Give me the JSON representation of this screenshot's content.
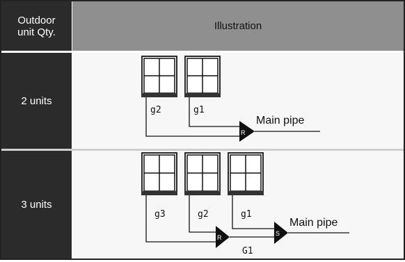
{
  "table": {
    "header": {
      "qty_label": "Outdoor\nunit Qty.",
      "illustration_label": "Illustration"
    },
    "rows": [
      {
        "qty": "2 units",
        "branch_labels": [
          "g2",
          "g1"
        ],
        "joint_labels": [
          "R"
        ],
        "main_pipe_label": "Main pipe"
      },
      {
        "qty": "3 units",
        "branch_labels": [
          "g3",
          "g2",
          "g1"
        ],
        "joint_labels": [
          "R",
          "S"
        ],
        "segment_label": "G1",
        "main_pipe_label": "Main pipe"
      }
    ]
  },
  "colors": {
    "header_dark": "#2b2b2b",
    "header_gray": "#8f8f8f",
    "row_bg": "#f7f7f7",
    "line": "#111111"
  }
}
